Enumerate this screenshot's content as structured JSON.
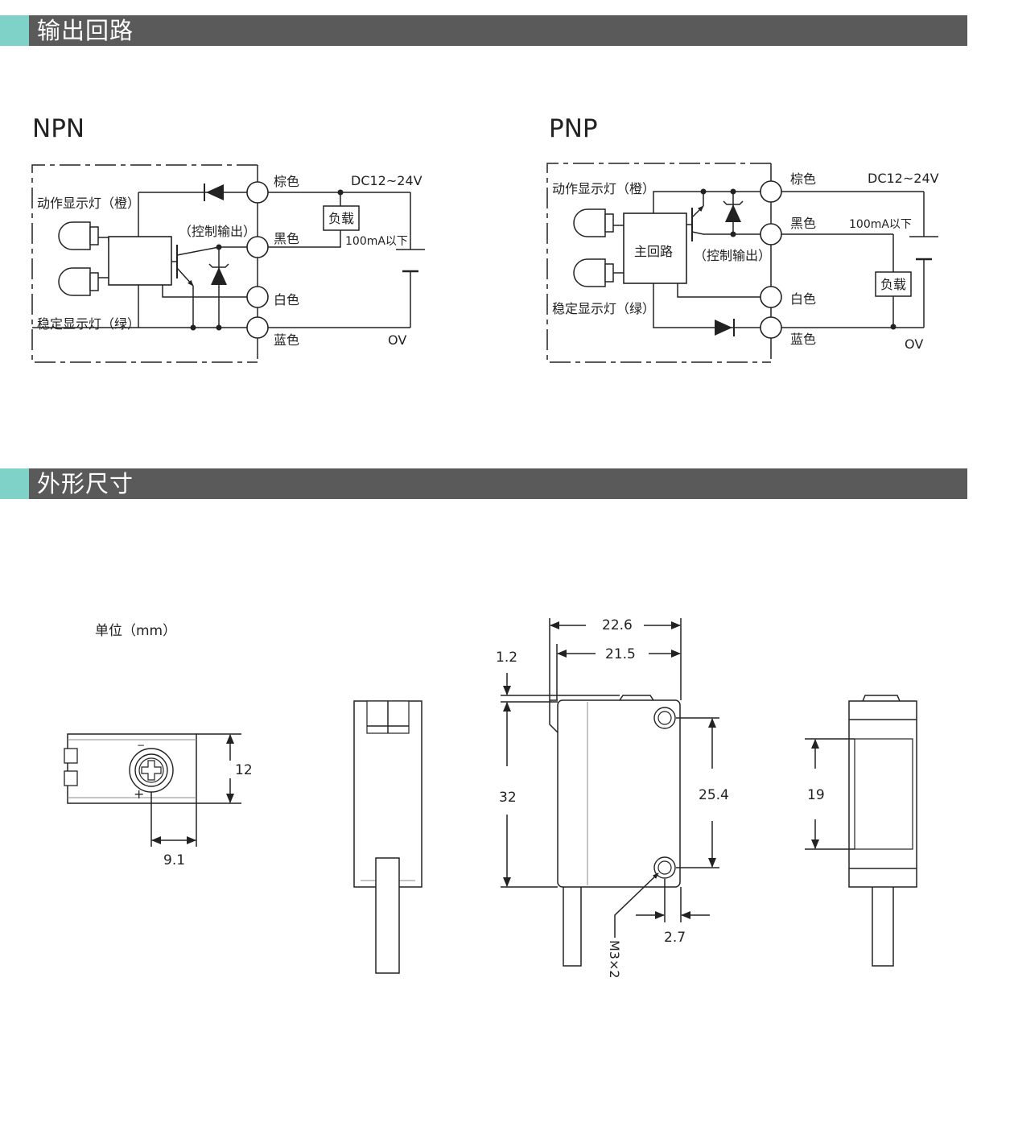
{
  "sections": {
    "output_circuit": "输出回路",
    "dimensions": "外形尺寸"
  },
  "npn": {
    "title": "NPN",
    "lamp_action": "动作显示灯（橙）",
    "lamp_stable": "稳定显示灯（绿）",
    "control_output": "（控制输出）",
    "wire_brown": "棕色",
    "wire_black": "黑色",
    "wire_white": "白色",
    "wire_blue": "蓝色",
    "supply": "DC12~24V",
    "load": "负载",
    "current": "100mA以下",
    "ground": "OV"
  },
  "pnp": {
    "title": "PNP",
    "lamp_action": "动作显示灯（橙）",
    "lamp_stable": "稳定显示灯（绿）",
    "main_circuit": "主回路",
    "control_output": "（控制输出）",
    "wire_brown": "棕色",
    "wire_black": "黑色",
    "wire_white": "白色",
    "wire_blue": "蓝色",
    "supply": "DC12~24V",
    "load": "负载",
    "current": "100mA以下",
    "ground": "OV"
  },
  "dims": {
    "unit": "单位（mm）",
    "d12": "12",
    "d9_1": "9.1",
    "d22_6": "22.6",
    "d21_5": "21.5",
    "d1_2": "1.2",
    "d32": "32",
    "d25_4": "25.4",
    "d2_7": "2.7",
    "m3": "M3×2",
    "d19": "19",
    "minus": "−",
    "plus": "+"
  }
}
